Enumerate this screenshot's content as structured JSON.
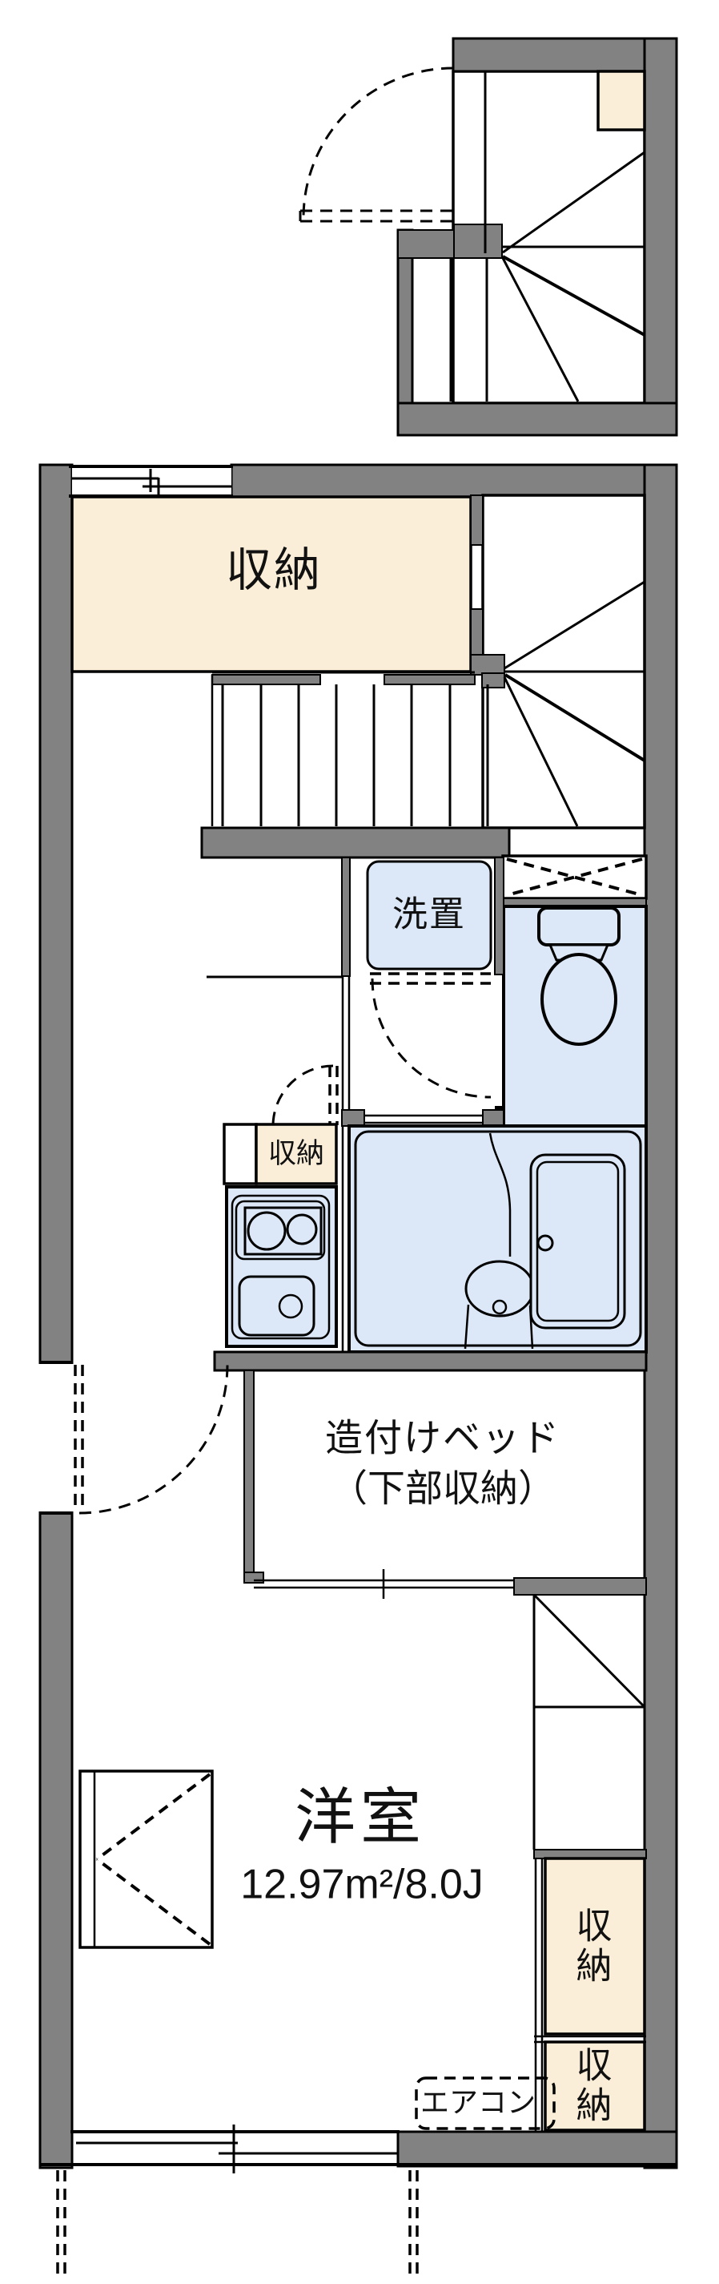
{
  "title": "apartment-floor-plan",
  "labels": {
    "storage_main": "収納",
    "washer": "洗置",
    "kitchen_storage": "収納",
    "bed_line1": "造付けベッド",
    "bed_line2": "（下部収納）",
    "room_name": "洋室",
    "room_area": "12.97m²/8.0J",
    "closet_upper": "収納",
    "closet_lower": "収納",
    "aircon": "エアコン"
  },
  "icons": {
    "toilet-icon": "toilet bowl with tank",
    "bathtub-icon": "bathtub",
    "washbasin-icon": "oval wash basin",
    "stove-icon": "two-burner stove",
    "sink-icon": "kitchen sink with drain",
    "stairs-winder-icon": "winding staircase",
    "stairs-straight-icon": "straight stair treads",
    "door-arc-icon": "swing door (dashed arc)",
    "folding-door-icon": "dashed V folding door",
    "window-icon": "sliding window (double line with ticks)",
    "shelf-cross-icon": "overhead shelf (dashed X box)"
  },
  "colors": {
    "wall": "#828282",
    "storage_fill": "#FAEED8",
    "water_fill": "#DCE8F7",
    "line": "#000000",
    "background": "#ffffff"
  }
}
